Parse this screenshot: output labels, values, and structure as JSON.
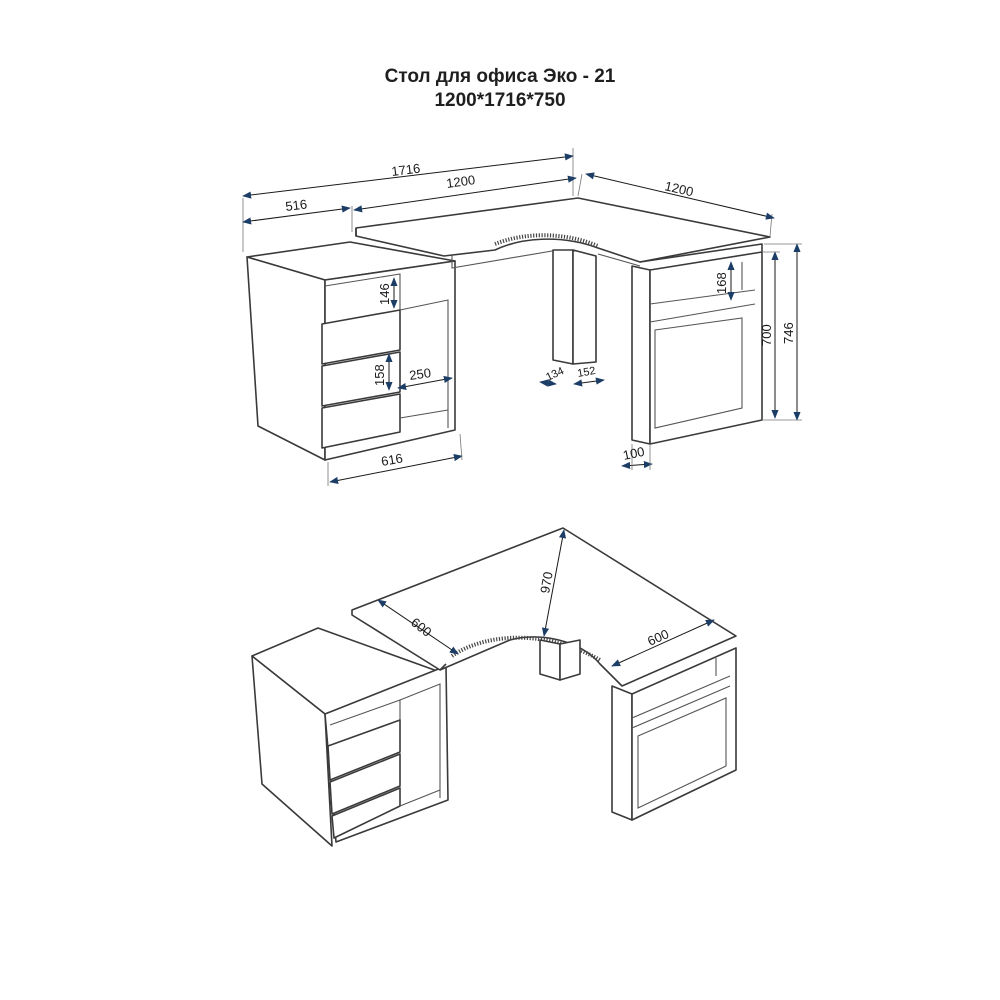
{
  "title": "Стол для офиса Эко - 21",
  "subtitle": "1200*1716*750",
  "colors": {
    "arrow": "#1c3d66",
    "lines": "#3a3a3a"
  },
  "dims_top": {
    "overall_width": "1716",
    "left_width": "516",
    "top_width": "1200",
    "right_depth": "1200",
    "shelf_height": "146",
    "drawer_height": "158",
    "niche_width": "250",
    "pedestal_depth": "616",
    "leg_a": "134",
    "leg_b": "152",
    "right_shelf_height": "168",
    "leg_height": "700",
    "total_height": "746",
    "panel_thickness": "100"
  },
  "dims_bottom": {
    "left_depth": "600",
    "right_depth": "600",
    "diagonal": "970"
  }
}
